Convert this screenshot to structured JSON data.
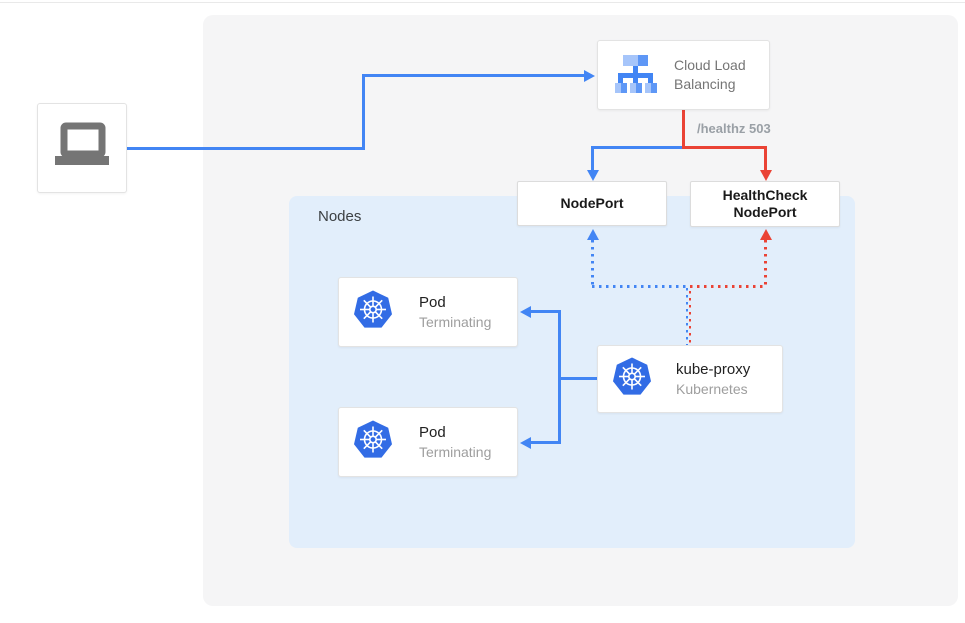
{
  "diagram": {
    "nodes_group_label": "Nodes",
    "cloud_lb": {
      "label_line1": "Cloud Load",
      "label_line2": "Balancing",
      "icon": "load-balancer-icon"
    },
    "healthz_label": "/healthz 503",
    "nodeport": {
      "label": "NodePort"
    },
    "healthcheck_nodeport": {
      "label_line1": "HealthCheck",
      "label_line2": "NodePort"
    },
    "pods": [
      {
        "title": "Pod",
        "subtitle": "Terminating",
        "icon": "kubernetes-icon"
      },
      {
        "title": "Pod",
        "subtitle": "Terminating",
        "icon": "kubernetes-icon"
      }
    ],
    "kube_proxy": {
      "title": "kube-proxy",
      "subtitle": "Kubernetes",
      "icon": "kubernetes-icon"
    },
    "client": {
      "icon": "laptop-icon"
    },
    "colors": {
      "traffic_blue": "#4285f4",
      "healthcheck_red": "#ea4335",
      "kubernetes_blue": "#326ce5",
      "panel_gray": "#f5f5f6",
      "nodes_bg_blue": "#e2eefb"
    }
  }
}
